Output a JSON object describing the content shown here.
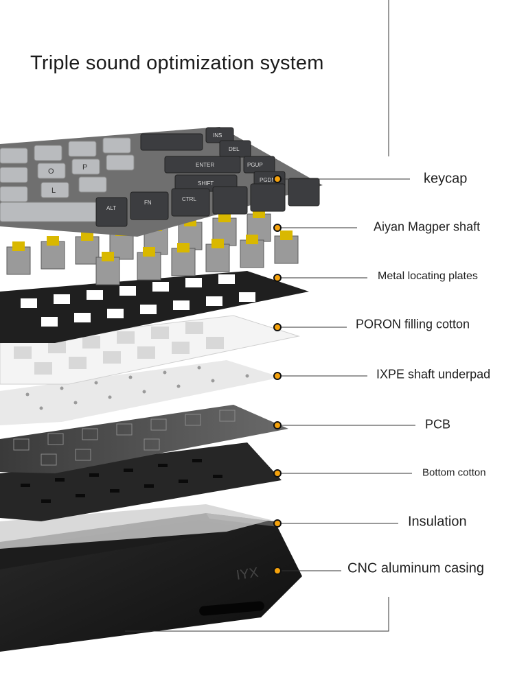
{
  "title": "Triple sound optimization system",
  "accent_color": "#f5a20c",
  "casing_logo": "IYX",
  "layers": [
    {
      "id": "keycap",
      "label": "keycap"
    },
    {
      "id": "shaft",
      "label": "Aiyan Magper shaft"
    },
    {
      "id": "plate",
      "label": "Metal locating plates"
    },
    {
      "id": "poron",
      "label": "PORON filling cotton"
    },
    {
      "id": "ixpe",
      "label": "IXPE shaft underpad"
    },
    {
      "id": "pcb",
      "label": "PCB"
    },
    {
      "id": "bottom-cotton",
      "label": "Bottom cotton"
    },
    {
      "id": "insulation",
      "label": "Insulation"
    },
    {
      "id": "casing",
      "label": "CNC aluminum casing"
    }
  ],
  "keycap_legends": [
    "INS",
    "DEL",
    "PGUP",
    "PGDN",
    "ENTER",
    "SHIFT",
    "ALT",
    "FN",
    "CTRL",
    "O",
    "P",
    "L"
  ]
}
